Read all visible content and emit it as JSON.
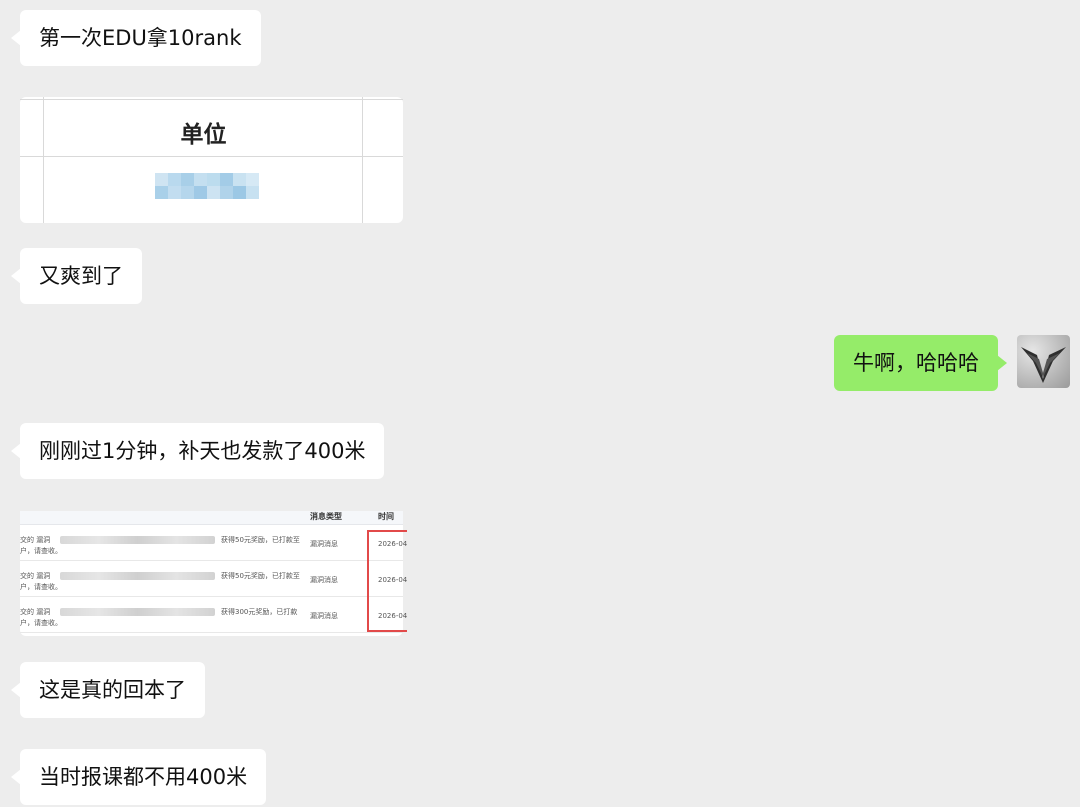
{
  "messages": [
    {
      "side": "left",
      "text": "第一次EDU拿10rank"
    },
    {
      "side": "left",
      "text": "又爽到了"
    },
    {
      "side": "right",
      "text": "牛啊，哈哈哈"
    },
    {
      "side": "left",
      "text": "刚刚过1分钟，补天也发款了400米"
    },
    {
      "side": "left",
      "text": "这是真的回本了"
    },
    {
      "side": "left",
      "text": "当时报课都不用400米"
    }
  ],
  "unit_image": {
    "header": "单位"
  },
  "notice_image": {
    "columns": [
      "消息类型",
      "时间"
    ],
    "rows": [
      {
        "prefix": "交的 漏洞",
        "line2": "户，请查收。",
        "reward": "获得50元奖励，已打款至",
        "type": "漏洞消息",
        "time": "2026-04"
      },
      {
        "prefix": "交的 漏洞",
        "line2": "户，请查收。",
        "reward": "获得50元奖励，已打款至",
        "type": "漏洞消息",
        "time": "2026-04"
      },
      {
        "prefix": "交的 漏洞",
        "line2": "户，请查收。",
        "reward": "获得300元奖励，已打款",
        "type": "漏洞消息",
        "time": "2026-04"
      }
    ]
  },
  "colors": {
    "background": "#ededed",
    "bubble_left": "#ffffff",
    "bubble_right": "#95ec69",
    "highlight_box": "#e24a4a"
  }
}
